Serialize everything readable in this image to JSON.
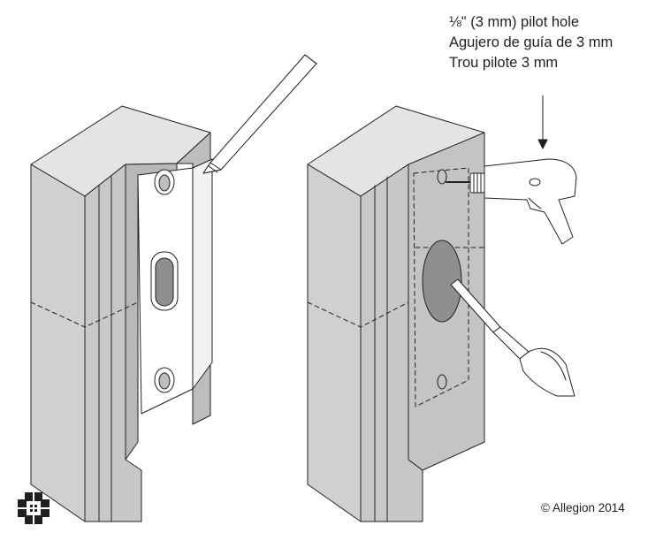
{
  "callout": {
    "line_en": "⅛\" (3 mm) pilot hole",
    "line_es": "Agujero de guía de 3 mm",
    "line_fr": "Trou pilote 3 mm"
  },
  "footer": {
    "copyright": "© Allegion 2014"
  },
  "colors": {
    "door_front": "#d0d0d0",
    "door_side": "#bdbdbd",
    "door_top": "#e4e4e4",
    "strike_plate": "#ffffff",
    "strike_opening": "#8f8f8f",
    "mortise": "#c4c4c4",
    "line": "#231f20"
  },
  "icons": {
    "logo": "allegion-logo-icon",
    "arrow": "arrow-down-icon",
    "pencil": "pencil-icon",
    "drill": "drill-icon",
    "chisel": "chisel-icon"
  }
}
